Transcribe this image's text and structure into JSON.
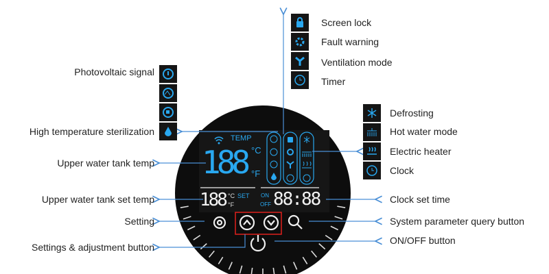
{
  "colors": {
    "accent": "#29a8f0",
    "arrow": "#4a8fd6",
    "panel": "#111111",
    "highlight": "#e0201c"
  },
  "display": {
    "temp_label": "TEMP",
    "main_digits": "188",
    "unit_c": "°C",
    "unit_f": "°F",
    "set_digits": "188",
    "set_unit_c": "°C",
    "set_label": "SET",
    "set_unit_f": "°F",
    "on_label": "ON",
    "off_label": "OFF",
    "clock_digits": "88:88"
  },
  "labels_left": {
    "photovoltaic": "Photovoltaic signal",
    "sterilization": "High temperature sterilization",
    "upper_temp": "Upper water tank temp",
    "upper_set_temp": "Upper water tank set temp",
    "setting": "Setting",
    "adjust": "Settings & adjustment button"
  },
  "labels_top": {
    "screen_lock": "Screen lock",
    "fault": "Fault warning",
    "ventilation": "Ventilation mode",
    "timer": "Timer"
  },
  "labels_right": {
    "defrost": "Defrosting",
    "hot_water": "Hot water mode",
    "heater": "Electric heater",
    "clock": "Clock",
    "clock_set": "Clock set time",
    "query": "System parameter query button",
    "onoff": "ON/OFF button"
  }
}
